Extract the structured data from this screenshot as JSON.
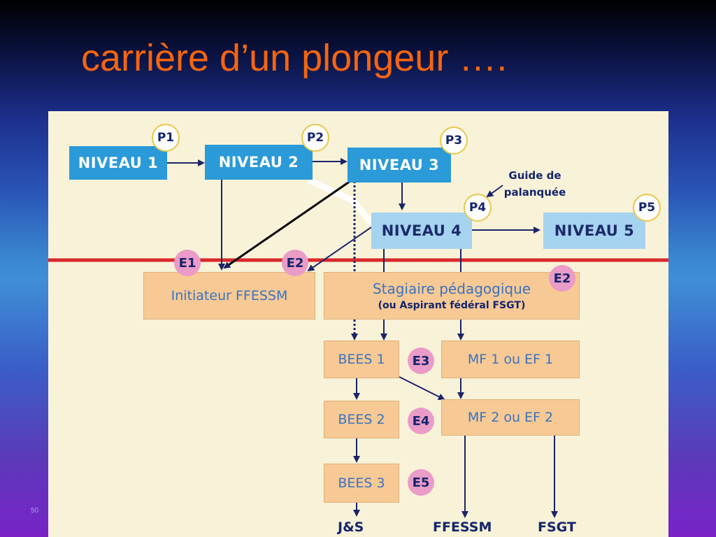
{
  "slide": {
    "title": "carrière d’un plongeur ….",
    "number": "50"
  },
  "diagram": {
    "levels": {
      "n1": "NIVEAU 1",
      "n2": "NIVEAU 2",
      "n3": "NIVEAU 3",
      "n4": "NIVEAU 4",
      "n5": "NIVEAU 5"
    },
    "prerogatives": {
      "p1": "P1",
      "p2": "P2",
      "p3": "P3",
      "p4": "P4",
      "p5": "P5"
    },
    "guide_note": {
      "line1": "Guide de",
      "line2": "palanquée"
    },
    "teaching": {
      "e1": "E1",
      "e2a": "E2",
      "e2b": "E2",
      "e3": "E3",
      "e4": "E4",
      "e5": "E5"
    },
    "boxes": {
      "initiateur": "Initiateur FFESSM",
      "stagiaire_line1": "Stagiaire pédagogique",
      "stagiaire_line2": "(ou Aspirant fédéral FSGT)",
      "bees1": "BEES 1",
      "bees2": "BEES 2",
      "bees3": "BEES 3",
      "mf1": "MF 1 ou EF 1",
      "mf2": "MF 2 ou EF 2"
    },
    "outcomes": {
      "js": "J&S",
      "ffessm": "FFESSM",
      "fsgt": "FSGT"
    },
    "colors": {
      "level_box": "#2a9ad8",
      "level_box_light": "#a6d3ef",
      "training_box": "#f6c995",
      "separator_line": "#d8282a",
      "arrow": "#1b2466",
      "panel": "#f8f2d8"
    }
  }
}
